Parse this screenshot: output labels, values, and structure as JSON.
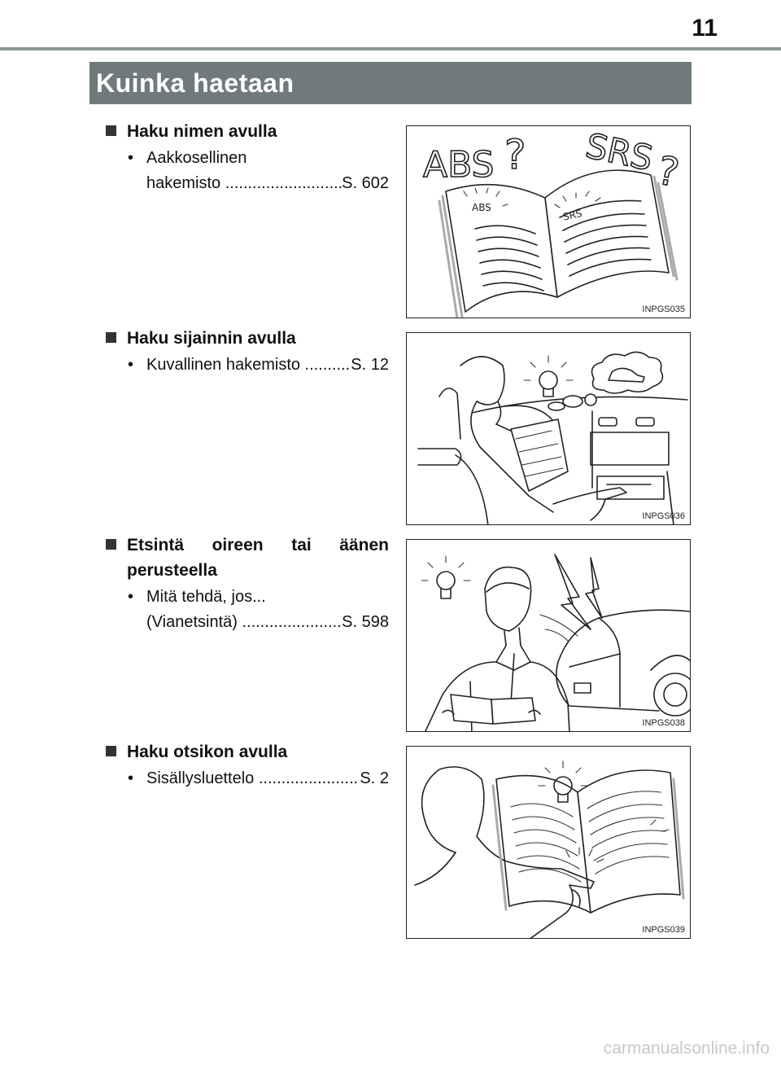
{
  "page_number": "11",
  "banner_title": "Kuinka haetaan",
  "sections": [
    {
      "heading": "Haku nimen avulla",
      "entries": [
        {
          "lines": [
            {
              "text": "Aakkosellinen"
            },
            {
              "text": "hakemisto",
              "ref": "S. 602"
            }
          ]
        }
      ],
      "figure": {
        "code": "INPGS035",
        "labels": [
          "ABS",
          "SRS",
          "ABS",
          "SRS"
        ]
      }
    },
    {
      "heading": "Haku sijainnin avulla",
      "entries": [
        {
          "lines": [
            {
              "text": "Kuvallinen hakemisto",
              "ref": "S. 12"
            }
          ]
        }
      ],
      "figure": {
        "code": "INPGS036"
      }
    },
    {
      "heading_line1": "Etsintä oireen tai äänen",
      "heading_line2": "perusteella",
      "entries": [
        {
          "lines": [
            {
              "text": "Mitä tehdä, jos..."
            },
            {
              "text": "(Vianetsintä)",
              "ref": "S. 598"
            }
          ]
        }
      ],
      "figure": {
        "code": "INPGS038"
      }
    },
    {
      "heading": "Haku otsikon avulla",
      "entries": [
        {
          "lines": [
            {
              "text": "Sisällysluettelo",
              "ref": "S. 2"
            }
          ]
        }
      ],
      "figure": {
        "code": "INPGS039"
      }
    }
  ],
  "bullet": "•",
  "watermark": "carmanualsonline.info"
}
